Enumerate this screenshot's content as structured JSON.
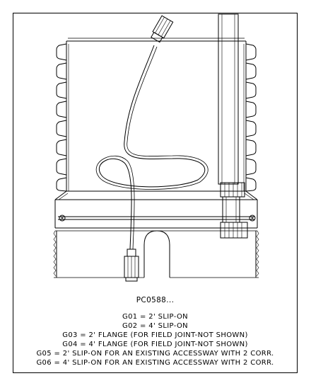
{
  "part_number": "PC0588...",
  "options": [
    "G01 = 2' SLIP-ON",
    "G02 = 4' SLIP-ON",
    "G03 = 2' FLANGE (FOR FIELD JOINT-NOT SHOWN)",
    "G04 = 4' FLANGE (FOR FIELD JOINT-NOT SHOWN)",
    "G05 = 2' SLIP-ON FOR AN EXISTING ACCESSWAY WITH 2 CORR.",
    "G06 = 4' SLIP-ON FOR AN EXISTING ACCESSWAY WITH 2 CORR."
  ],
  "colors": {
    "line": "#000000",
    "background": "#ffffff"
  }
}
